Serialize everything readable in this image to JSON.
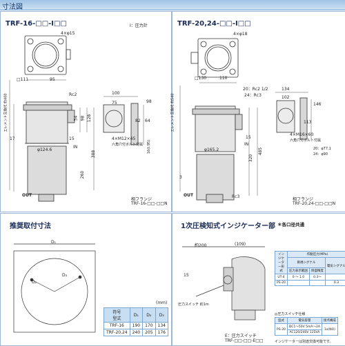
{
  "header": {
    "title": "寸法図"
  },
  "left": {
    "model": "TRF-16-□□-I□□",
    "note": "I：圧力計",
    "dims": {
      "holes": "4×φ15",
      "w111": "□111",
      "w95": "95",
      "rc2": "Rc2",
      "elem": "エレメント交換代 約400",
      "d54": "54",
      "d98": "98",
      "d128": "128",
      "d17": "17",
      "d124": "φ124.6",
      "d15": "15",
      "in": "IN",
      "d388": "388",
      "d260": "260",
      "out": "OUT"
    },
    "flange_dims": {
      "d100": "100",
      "d75": "75",
      "d98": "98",
      "d82": "82",
      "d64": "64",
      "bolt": "4×M12×45",
      "bolt_note": "六角穴付ボルト付属",
      "d16": "16(t:95)"
    },
    "flange_caption": "相フランジ",
    "flange_model": "TRF-16-□□-□□N"
  },
  "right": {
    "model": "TRF-20,24-□□-I□□",
    "dims": {
      "holes": "4×φ18",
      "w130": "□130",
      "w110": "110",
      "rc": "20：Rc2 1/2",
      "rc2": "24：Rc3",
      "elem": "エレメント交換代 約540",
      "d15": "15",
      "d165": "φ165.2",
      "in": "IN",
      "d485": "485",
      "d320": "320",
      "out": "OUT",
      "rc3": "Rc3",
      "d3": "3"
    },
    "flange_dims": {
      "d134": "134",
      "d102": "102",
      "d146": "146",
      "d113": "113",
      "bolt": "4×M16×60",
      "bolt_note": "六角穴付ボルト付属",
      "d20": "20：φ77.1",
      "d24": "24：φ90"
    },
    "flange_caption": "相フランジ",
    "flange_model": "TRF-20,24-□□-□□N"
  },
  "install": {
    "title": "推奨取付寸法",
    "dims": {
      "d2": "D₂",
      "d3": "D₃",
      "d1": "D₁"
    },
    "unit": "(mm)",
    "table": {
      "header": [
        "符号",
        "D₁",
        "D₂",
        "D₃"
      ],
      "col0": "型式",
      "rows": [
        [
          "TRF-16",
          "190",
          "170",
          "134"
        ],
        [
          "TRF-20,24",
          "240",
          "205",
          "176"
        ]
      ]
    }
  },
  "indicator": {
    "title": "1次圧検知式インジケーター部",
    "note": "＊各口径共通",
    "dims": {
      "d200": "約200",
      "d109": "(109)",
      "d15": "15"
    },
    "switch_label": "E：圧力スイッチ",
    "switch_model": "TRF-□□-□□-E□□",
    "wire_label": "圧力スイッチ 約1m",
    "table1": {
      "h1": "インジケーター形式",
      "h2": "作動圧力(MPa)",
      "h3": "目視シグナル",
      "h4": "電気シグナル",
      "sub1": "圧力表示範囲",
      "sub2": "目盛精度",
      "rows": [
        [
          "UT-4",
          "0 ～ 1.0",
          "0.3～",
          ""
        ],
        [
          "PS-20",
          "",
          "",
          "0.3"
        ]
      ]
    },
    "table2": {
      "title": "◎圧力スイッチ仕様",
      "h": [
        "型式",
        "電気容量",
        "接点構成"
      ],
      "rows": [
        [
          "PS-20",
          "DC1～50V 5mA～2A",
          "1a(NO)"
        ],
        [
          "",
          "AC120/240V 125VA",
          ""
        ]
      ],
      "note": "インジケーターは別途交換可能です。"
    }
  },
  "colors": {
    "accent": "#1a2b57",
    "line": "#3a3a3a",
    "body": "#d9d9d9",
    "table": "#c8dff3"
  }
}
